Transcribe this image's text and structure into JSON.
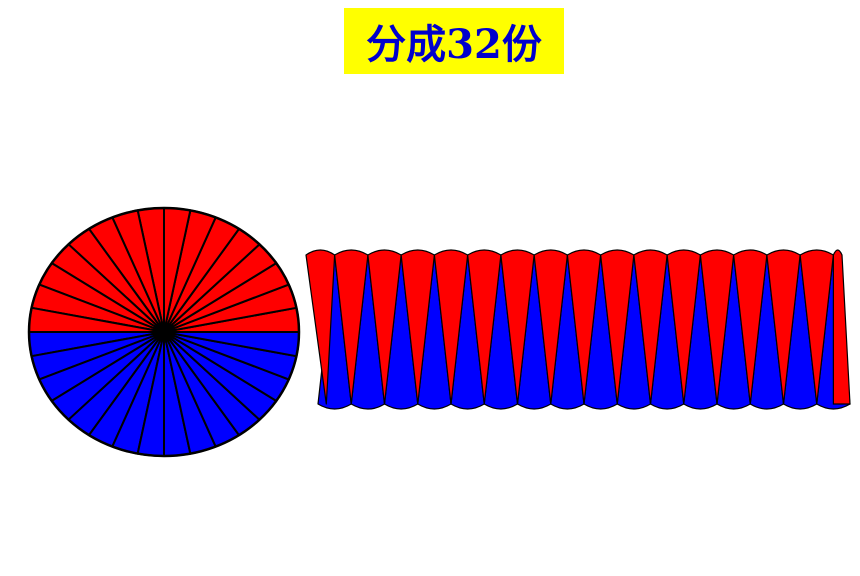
{
  "title": "分成32份",
  "colors": {
    "title_bg": "#ffff00",
    "title_text": "#0000cc",
    "top_half": "#ff0000",
    "bottom_half": "#0000ff",
    "outline": "#000000"
  },
  "circle": {
    "sectors": 32,
    "top_sectors": 16,
    "bottom_sectors": 16
  },
  "rearranged_strip": {
    "up_wedges": 16,
    "down_wedges": 16
  }
}
